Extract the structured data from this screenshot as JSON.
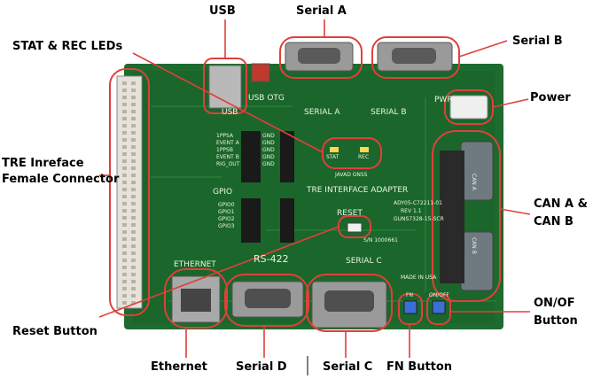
{
  "callouts": {
    "usb": "USB",
    "serial_a": "Serial A",
    "serial_b": "Serial B",
    "stat_rec_leds": "STAT & REC LEDs",
    "power": "Power",
    "tre_interface": "TRE Inreface",
    "female_connector": "Female Connector",
    "can_ab_1": "CAN A &",
    "can_ab_2": "CAN B",
    "on_off_1": "ON/OF",
    "on_off_2": "Button",
    "reset_button": "Reset Button",
    "ethernet": "Ethernet",
    "serial_d": "Serial D",
    "serial_c": "Serial C",
    "fn_button": "FN Button"
  },
  "board_silkscreen": {
    "usb": "USB",
    "usb_otg": "USB OTG",
    "serial_a": "SERIAL A",
    "serial_b": "SERIAL B",
    "pwr": "PWR",
    "stat": "STAT",
    "rec": "REC",
    "javad_gnss": "JAVAD GNSS",
    "tre_interface_adapter": "TRE INTERFACE ADAPTER",
    "gpio": "GPIO",
    "reset": "RESET",
    "rs422": "RS-422",
    "serial_c": "SERIAL C",
    "ethernet": "ETHERNET",
    "can_a": "CAN A",
    "can_b": "CAN B",
    "made_in_usa": "MADE IN USA",
    "fn": "FN",
    "on_off": "ON/OFF",
    "part_no": "ADY05-C72211-01",
    "rev": "REV 1.1",
    "gunst": "GUNS7328-15-SCR",
    "serial_no": "S/N 1000661",
    "signals_left": [
      "1PPSA",
      "EVENT A",
      "1PPSB",
      "EVENT B",
      "RIG_OUT"
    ],
    "gnd_labels": [
      "GND",
      "GND",
      "GND",
      "GND",
      "GND"
    ],
    "gpio_pins": [
      "GPIO0",
      "GPIO1",
      "GPIO2",
      "GPIO3"
    ]
  },
  "colors": {
    "board": "#1d6b2e",
    "board_dark": "#124a1f",
    "highlight_ring": "#e0403a",
    "connector_metal": "#9a9a9a",
    "header_white": "#e6e2da"
  }
}
